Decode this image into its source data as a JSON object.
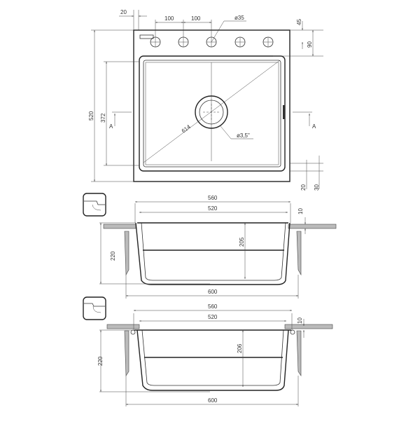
{
  "top_view": {
    "dims": {
      "edge_offset": "20",
      "hole_spacing_1": "100",
      "hole_spacing_2": "100",
      "hole_diameter": "ø35",
      "top_margin": "45",
      "hole_row_depth": "90",
      "overall_depth": "520",
      "bowl_depth": "372",
      "diagonal": "614",
      "drain": "ø3,5\"",
      "bottom_margin_inner": "20",
      "bottom_margin_outer": "30",
      "section_mark_left": "A",
      "section_mark_right": "A"
    },
    "tap_holes": 5
  },
  "section_1": {
    "label": "mount-type-flush",
    "dims": {
      "outer_width": "560",
      "inner_width": "520",
      "rim_thickness": "10",
      "overall_height": "220",
      "bowl_height": "205",
      "cutout_width": "600"
    }
  },
  "section_2": {
    "label": "mount-type-undermount",
    "dims": {
      "outer_width": "560",
      "inner_width": "520",
      "rim_thickness": "10",
      "overall_height": "220",
      "bowl_height": "206",
      "cutout_width": "600"
    }
  }
}
